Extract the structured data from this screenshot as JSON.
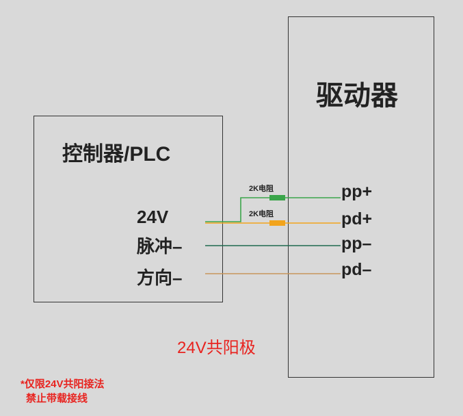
{
  "plc": {
    "title": "控制器/PLC",
    "pin_24v": "24V",
    "pin_pulse": "脉冲–",
    "pin_dir": "方向–"
  },
  "driver": {
    "title": "驱动器",
    "pp_plus": "pp+",
    "pd_plus": "pd+",
    "pp_minus": "pp–",
    "pd_minus": "pd–"
  },
  "resistors": {
    "label_1": "2K电阻",
    "label_2": "2K电阻"
  },
  "caption": {
    "common_anode": "24V共阳极"
  },
  "notes": {
    "line_1": "*仅限24V共阳接法",
    "line_2": "禁止带载接线"
  },
  "colors": {
    "wire_pp_plus": "#3aa54a",
    "wire_pd_plus": "#f2a41c",
    "wire_pp_minus": "#1f6b4f",
    "wire_pd_minus": "#c8955a",
    "resistor_green": "#3aa54a",
    "resistor_orange": "#f2a41c",
    "warning_red": "#e8231f"
  }
}
